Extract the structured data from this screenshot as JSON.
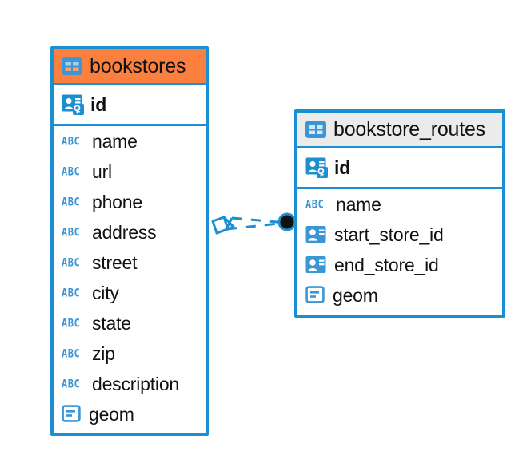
{
  "diagram": {
    "kind": "er-diagram",
    "background_color": "#ffffff",
    "accent_color": "#1b8fd1",
    "highlight_header_color": "#fb8040",
    "neutral_header_color": "#ebebeb",
    "icon_color": "#3a96d4",
    "text_color": "#111111",
    "relationship_line_color": "#1b8fd1",
    "relationship_endpoint_color": "#111111"
  },
  "entities": [
    {
      "id": "bookstores",
      "name": "bookstores",
      "selected": true,
      "header_color": "#fb8040",
      "table_icon": "table-icon",
      "fields": [
        {
          "name": "id",
          "type_icon": "primary-key-icon",
          "is_key": true
        },
        {
          "name": "name",
          "type_icon": "abc-icon",
          "icon_text": "ABC",
          "is_key": false
        },
        {
          "name": "url",
          "type_icon": "abc-icon",
          "icon_text": "ABC",
          "is_key": false
        },
        {
          "name": "phone",
          "type_icon": "abc-icon",
          "icon_text": "ABC",
          "is_key": false
        },
        {
          "name": "address",
          "type_icon": "abc-icon",
          "icon_text": "ABC",
          "is_key": false
        },
        {
          "name": "street",
          "type_icon": "abc-icon",
          "icon_text": "ABC",
          "is_key": false
        },
        {
          "name": "city",
          "type_icon": "abc-icon",
          "icon_text": "ABC",
          "is_key": false
        },
        {
          "name": "state",
          "type_icon": "abc-icon",
          "icon_text": "ABC",
          "is_key": false
        },
        {
          "name": "zip",
          "type_icon": "abc-icon",
          "icon_text": "ABC",
          "is_key": false
        },
        {
          "name": "description",
          "type_icon": "abc-icon",
          "icon_text": "ABC",
          "is_key": false
        },
        {
          "name": "geom",
          "type_icon": "geometry-icon",
          "is_key": false
        }
      ]
    },
    {
      "id": "bookstore_routes",
      "name": "bookstore_routes",
      "selected": false,
      "header_color": "#ebebeb",
      "table_icon": "table-icon",
      "fields": [
        {
          "name": "id",
          "type_icon": "primary-key-icon",
          "is_key": true
        },
        {
          "name": "name",
          "type_icon": "abc-icon",
          "icon_text": "ABC",
          "is_key": false
        },
        {
          "name": "start_store_id",
          "type_icon": "foreign-key-icon",
          "is_key": false
        },
        {
          "name": "end_store_id",
          "type_icon": "foreign-key-icon",
          "is_key": false
        },
        {
          "name": "geom",
          "type_icon": "geometry-icon",
          "is_key": false
        }
      ]
    }
  ],
  "relationship": {
    "from_entity": "bookstores",
    "to_entity": "bookstore_routes",
    "line_style": "dashed",
    "from_marker": "crowsfoot-diamond-marker",
    "to_marker": "filled-circle-marker"
  }
}
